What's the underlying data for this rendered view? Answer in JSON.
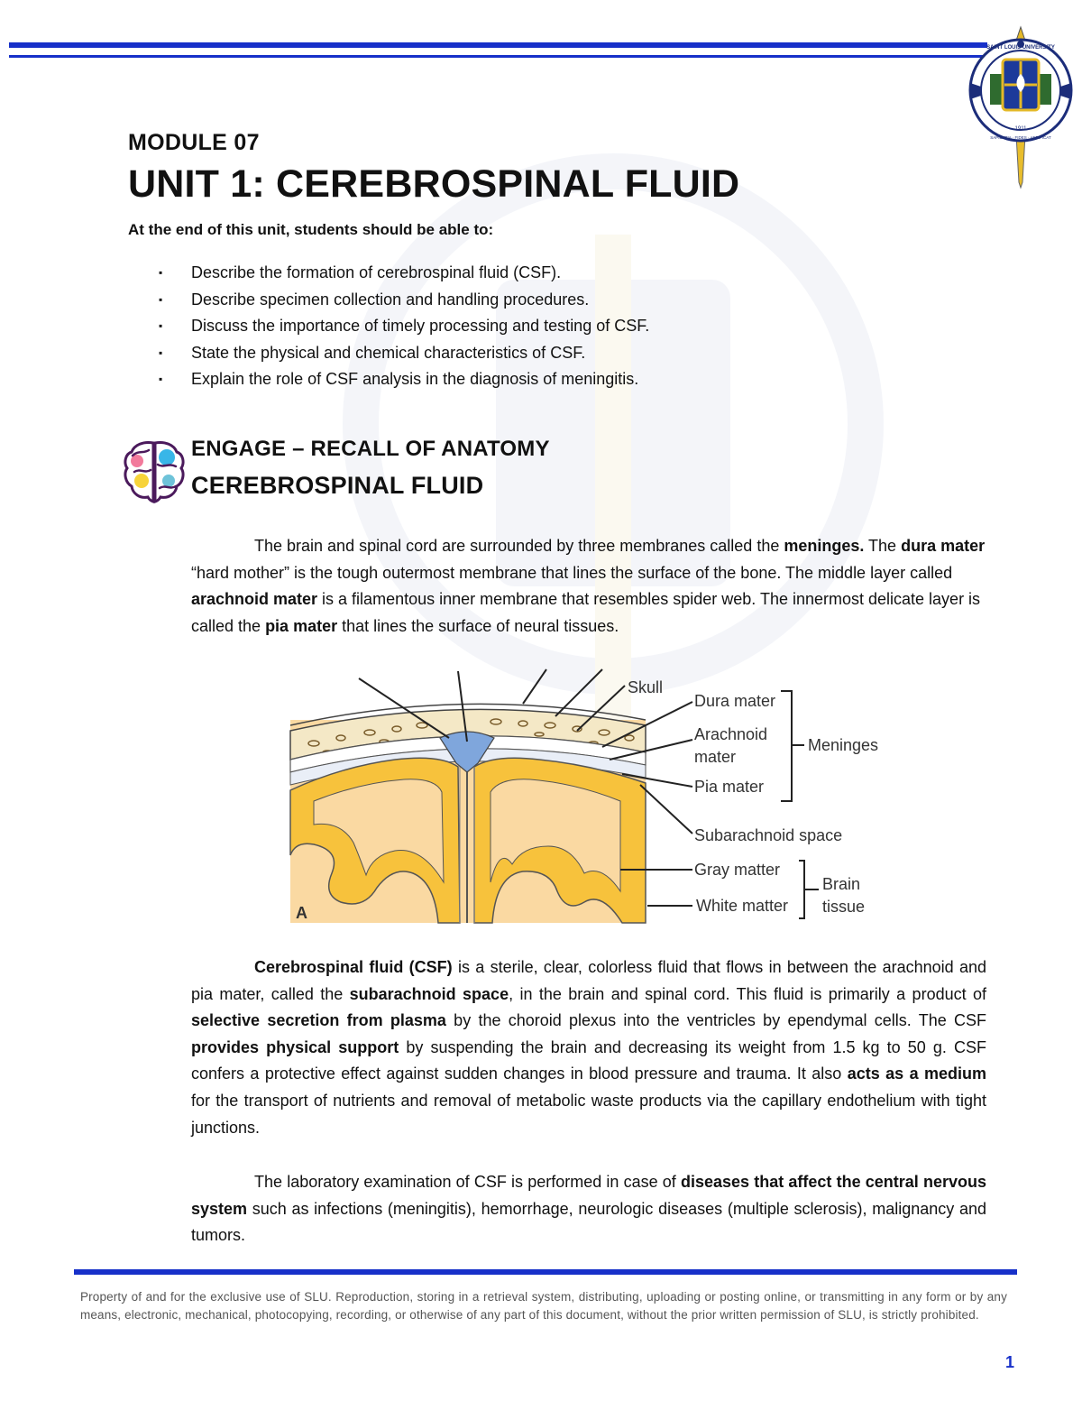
{
  "header": {
    "module": "MODULE 07",
    "unit_title": "UNIT 1: CEREBROSPINAL FLUID"
  },
  "objectives": {
    "intro": "At the end of this unit, students should be able to:",
    "bullet": "▪",
    "items": [
      "Describe the formation of cerebrospinal fluid (CSF).",
      "Describe specimen collection and handling procedures.",
      "Discuss the importance of timely processing and testing of CSF.",
      "State the physical and chemical characteristics of CSF.",
      "Explain the role of CSF analysis in the diagnosis of meningitis."
    ]
  },
  "engage": {
    "heading": "ENGAGE – RECALL OF ANATOMY",
    "subheading": "CEREBROSPINAL FLUID"
  },
  "para1": {
    "t1": "The brain and spinal cord are surrounded by three membranes called the ",
    "b1": "meninges.",
    "t2": " The ",
    "b2": "dura mater",
    "t3": " “hard mother” is the tough outermost membrane that lines the surface of the bone. The middle layer called ",
    "b3": "arachnoid mater",
    "t4": " is a filamentous inner membrane that resembles spider web. The innermost delicate layer is called the ",
    "b4": "pia mater",
    "t5": " that lines the surface of neural tissues."
  },
  "diagram": {
    "panel_letter": "A",
    "labels": {
      "skull": "Skull",
      "dura": "Dura mater",
      "arachnoid_1": "Arachnoid",
      "arachnoid_2": "mater",
      "pia": "Pia mater",
      "meninges": "Meninges",
      "subarachnoid": "Subarachnoid space",
      "gray": "Gray matter",
      "white": "White matter",
      "brain_1": "Brain",
      "brain_2": "tissue"
    },
    "colors": {
      "gray_matter": "#f7c23c",
      "white_matter": "#fad9a2",
      "csf": "#7fa6dc",
      "bone": "#f4e8c6"
    }
  },
  "para2": {
    "b1": "Cerebrospinal fluid (CSF)",
    "t1": " is a sterile, clear, colorless fluid that flows in between the arachnoid and pia mater, called the ",
    "b2": "subarachnoid space",
    "t2": ", in the brain and spinal cord. This fluid is primarily a product of ",
    "b3": "selective secretion from plasma",
    "t3": " by the choroid plexus into the ventricles by ependymal cells. The CSF ",
    "b4": "provides physical support",
    "t4": " by suspending the brain and decreasing its weight from 1.5 kg to 50 g. CSF confers a protective effect against sudden changes in blood pressure and trauma. It also ",
    "b5": "acts as a medium",
    "t5": " for the transport of nutrients and removal of metabolic waste products via the capillary endothelium with tight junctions."
  },
  "para3": {
    "t1": "The laboratory examination of CSF is performed in case of ",
    "b1": "diseases that affect the central nervous system",
    "t2": " such as infections (meningitis), hemorrhage, neurologic diseases (multiple sclerosis), malignancy and tumors."
  },
  "footer": {
    "notice": "Property of and for the exclusive use of SLU. Reproduction, storing in a retrieval system, distributing, uploading or posting online, or transmitting in any form or by any means, electronic, mechanical, photocopying, recording, or otherwise of any part of this document, without the prior written permission of SLU, is strictly prohibited.",
    "page_number": "1"
  },
  "seal": {
    "text_top": "SAINT LOUIS UNIVERSITY",
    "text_bottom": "SAPIENTIA · FIDES · AEDIFICAT",
    "year": "1911"
  },
  "icons": {
    "seal": "university-seal-icon",
    "brain": "brain-icon"
  },
  "accent_color": "#1730c9"
}
